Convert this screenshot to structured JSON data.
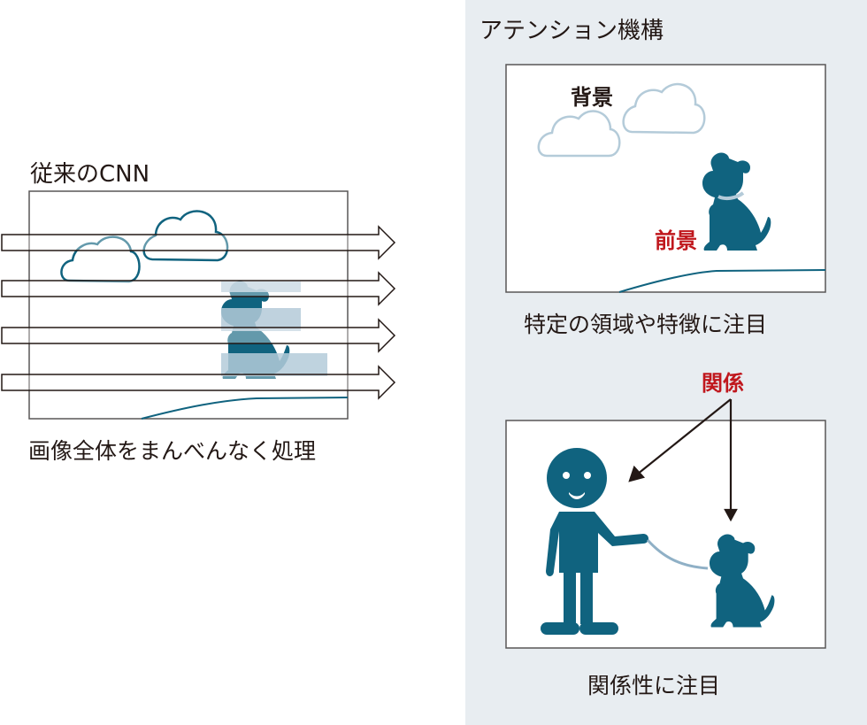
{
  "left": {
    "title": "従来のCNN",
    "caption": "画像全体をまんべんなく処理",
    "arrows_count": 4
  },
  "right": {
    "title": "アテンション機構",
    "panel1": {
      "label_background": "背景",
      "label_foreground": "前景",
      "caption": "特定の領域や特徴に注目"
    },
    "panel2": {
      "label_relation": "関係",
      "caption": "関係性に注目"
    }
  },
  "colors": {
    "primary": "#10637f",
    "light": "#b4cbd9",
    "highlight_red": "#c0171d",
    "panel_bg": "#e8edf1",
    "frame": "#595757",
    "text": "#231815"
  }
}
